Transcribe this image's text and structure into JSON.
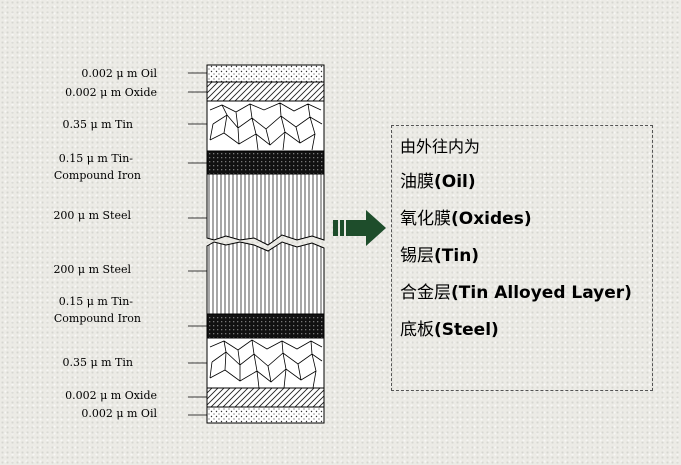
{
  "diagram": {
    "top_labels": [
      {
        "key": "oil",
        "lines": [
          "0.002 μ m  Oil"
        ]
      },
      {
        "key": "oxide",
        "lines": [
          "0.002 μ m  Oxide"
        ]
      },
      {
        "key": "tin",
        "lines": [
          "0.35 μ m  Tin"
        ]
      },
      {
        "key": "compound",
        "lines": [
          "0.15 μ m  Tin-",
          "Compound Iron"
        ]
      },
      {
        "key": "steel",
        "lines": [
          "200 μ m  Steel"
        ]
      }
    ],
    "bottom_labels": [
      {
        "key": "steel",
        "lines": [
          "200 μ m  Steel"
        ]
      },
      {
        "key": "compound",
        "lines": [
          "0.15 μ m  Tin-",
          "Compound Iron"
        ]
      },
      {
        "key": "tin",
        "lines": [
          "0.35 μ m  Tin"
        ]
      },
      {
        "key": "oxide",
        "lines": [
          "0.002 μ m  Oxide"
        ]
      },
      {
        "key": "oil",
        "lines": [
          "0.002 μ m  Oil"
        ]
      }
    ]
  },
  "legend": {
    "heading": "由外往内为",
    "items": [
      {
        "cn": "油膜",
        "en": "(Oil)"
      },
      {
        "cn": "氧化膜",
        "en": "(Oxides)"
      },
      {
        "cn": "锡层",
        "en": "(Tin)"
      },
      {
        "cn": "合金层",
        "en": "(Tin Alloyed Layer)"
      },
      {
        "cn": "底板",
        "en": "(Steel)"
      }
    ]
  }
}
